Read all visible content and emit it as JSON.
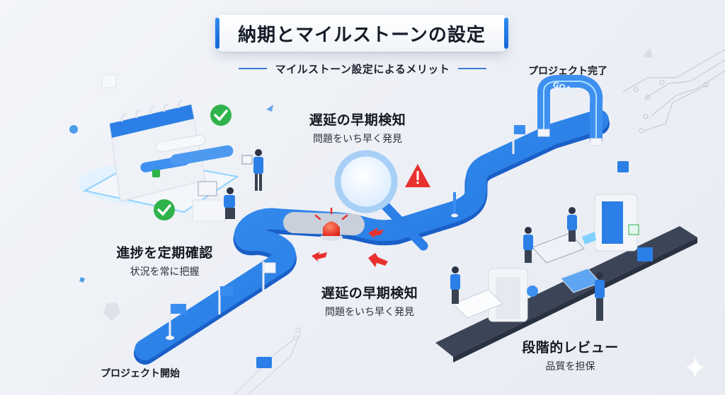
{
  "header": {
    "title": "納期とマイルストーンの設定",
    "subtitle": "マイルストーン設定によるメリット"
  },
  "milestones": {
    "start": {
      "label": "プロジェクト開始"
    },
    "goal": {
      "label": "プロジェクト完了",
      "gate_text": "GOAL"
    }
  },
  "benefits": [
    {
      "id": "progress",
      "title": "進捗を定期確認",
      "description": "状況を常に把握"
    },
    {
      "id": "early-detection-top",
      "title": "遅延の早期検知",
      "description": "問題をいち早く発見"
    },
    {
      "id": "early-detection-bottom",
      "title": "遅延の早期検知",
      "description": "問題をいち早く発見"
    },
    {
      "id": "review",
      "title": "段階的レビュー",
      "description": "品質を担保"
    }
  ],
  "colors": {
    "accent": "#2b7fe6",
    "accent_dark": "#1b5fc4",
    "alert": "#e8312f",
    "check": "#2fb34a",
    "background": "#eef1f6"
  }
}
